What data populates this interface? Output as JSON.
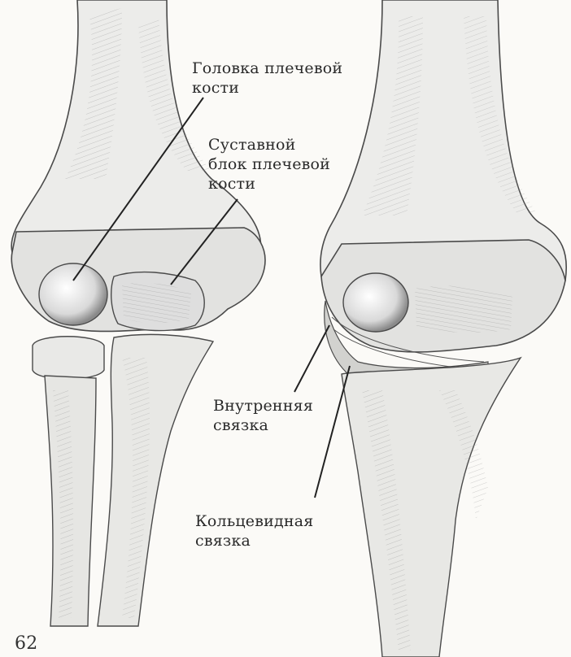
{
  "labels": {
    "humerus_head": "Головка плечевой\nкости",
    "humerus_trochlea": "Суставной\nблок плечевой\nкости",
    "inner_ligament": "Внутренняя\nсвязка",
    "annular_ligament": "Кольцевидная\nсвязка"
  },
  "page_number": "62",
  "colors": {
    "paper": "#fbfaf7",
    "ink": "#2a2a2a",
    "shade": "#8a8a8a"
  }
}
